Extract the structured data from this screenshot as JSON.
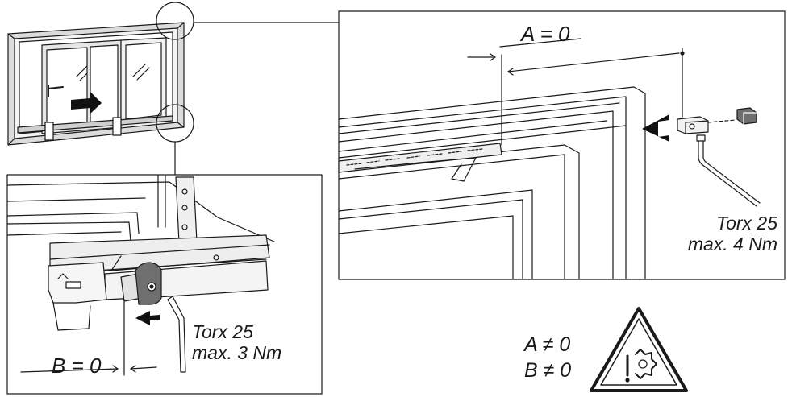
{
  "labels": {
    "a_equals": "A = 0",
    "b_equals": "B = 0",
    "torx_top_line1": "Torx 25",
    "torx_top_line2": "max. 4 Nm",
    "torx_bottom_line1": "Torx 25",
    "torx_bottom_line2": "max. 3 Nm",
    "warning_a": "A ≠ 0",
    "warning_b": "B ≠ 0"
  },
  "colors": {
    "line": "#1a1a1a",
    "frame_fill": "#e9e9e9",
    "dark_part": "#6f6f6f",
    "arrow": "#111111"
  },
  "icons": {
    "warning": "warning-triangle-broken-gear-icon",
    "push_arrow": "arrow-left-icon"
  }
}
